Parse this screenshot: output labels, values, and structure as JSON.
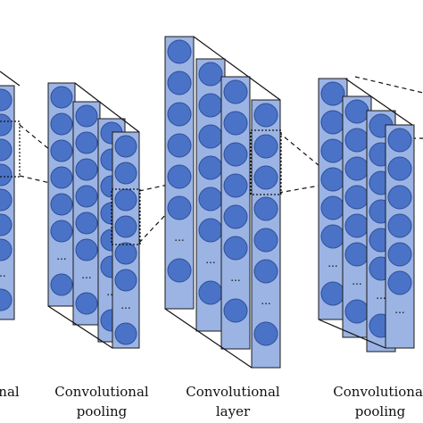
{
  "captions": {
    "first": [
      "nal"
    ],
    "second": [
      "Convolutional",
      "pooling"
    ],
    "third": [
      "Convolutional",
      "layer"
    ],
    "fourth": [
      "Convolutional",
      "pooling"
    ]
  },
  "ellipsis": "...",
  "colors": {
    "neuron": "#4a73c8",
    "slab": "#9cb4e4",
    "line": "#111111"
  }
}
